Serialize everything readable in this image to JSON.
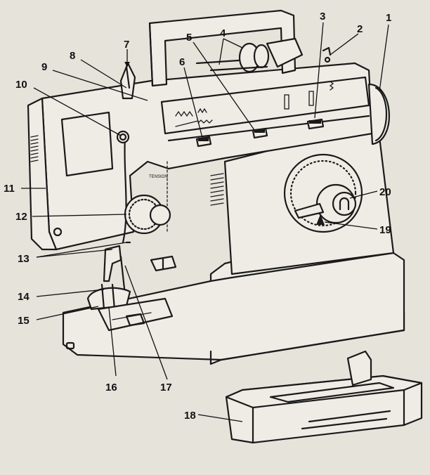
{
  "diagram": {
    "callouts": [
      "1",
      "2",
      "3",
      "4",
      "5",
      "6",
      "7",
      "8",
      "9",
      "10",
      "11",
      "12",
      "13",
      "14",
      "15",
      "16",
      "17",
      "18",
      "19",
      "20"
    ],
    "tension_label": "TENSION",
    "colors": {
      "ink": "#1a1a1a",
      "background": "#e6e3db",
      "machine": "#efece6"
    }
  }
}
